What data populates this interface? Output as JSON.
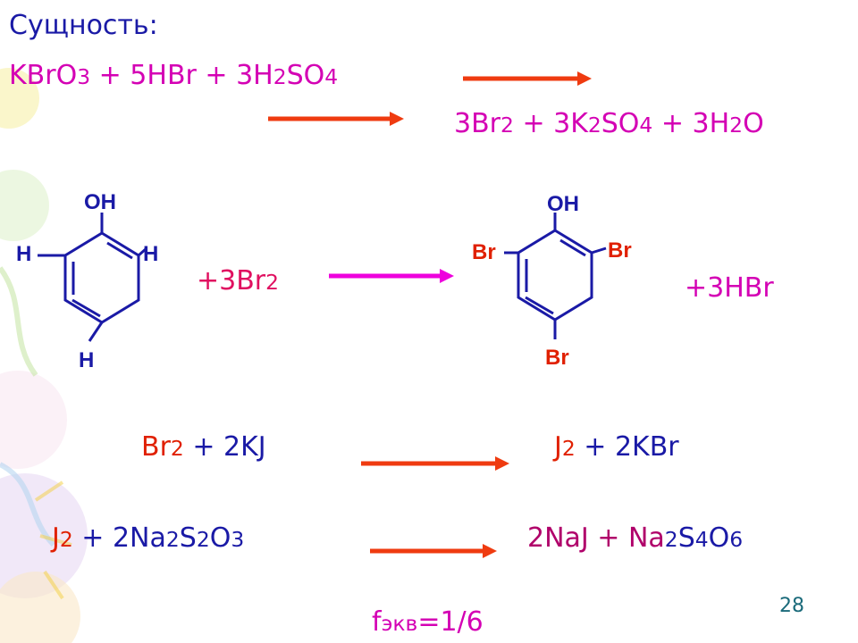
{
  "title": "Сущность:",
  "eq1": {
    "left": [
      "KBrO",
      "3",
      " + 5HBr + 3H",
      "2",
      "SO",
      "4"
    ],
    "right": [
      "3Br",
      "2",
      " + 3K",
      "2",
      "SO",
      "4",
      " + 3H",
      "2",
      "O"
    ]
  },
  "eq2": {
    "reagent": [
      "+3Br",
      "2"
    ],
    "product": "+3HBr",
    "phenol_labels": {
      "oh": "OH",
      "h_left": "H",
      "h_right": "H",
      "h_bottom": "H"
    },
    "tribromo_labels": {
      "oh": "OH",
      "br_left": "Br",
      "br_right": "Br",
      "br_bottom": "Br"
    }
  },
  "eq3": {
    "left": [
      "Br",
      "2",
      " + 2KJ"
    ],
    "right": [
      "J",
      "2",
      " + 2KBr"
    ]
  },
  "eq4": {
    "left": [
      "J",
      "2",
      " + 2Na",
      "2",
      "S",
      "2",
      "O",
      "3"
    ],
    "right": [
      "2NaJ + Na",
      "2",
      "S",
      "4",
      "O",
      "6"
    ]
  },
  "fekv": [
    "f",
    "экв",
    "=1/6"
  ],
  "page_number": "28",
  "colors": {
    "blue": "#1a1aa6",
    "magenta": "#d400b4",
    "red": "#e02000",
    "arrow_red": "#ef3b10",
    "arrow_magenta": "#ee00dd"
  }
}
